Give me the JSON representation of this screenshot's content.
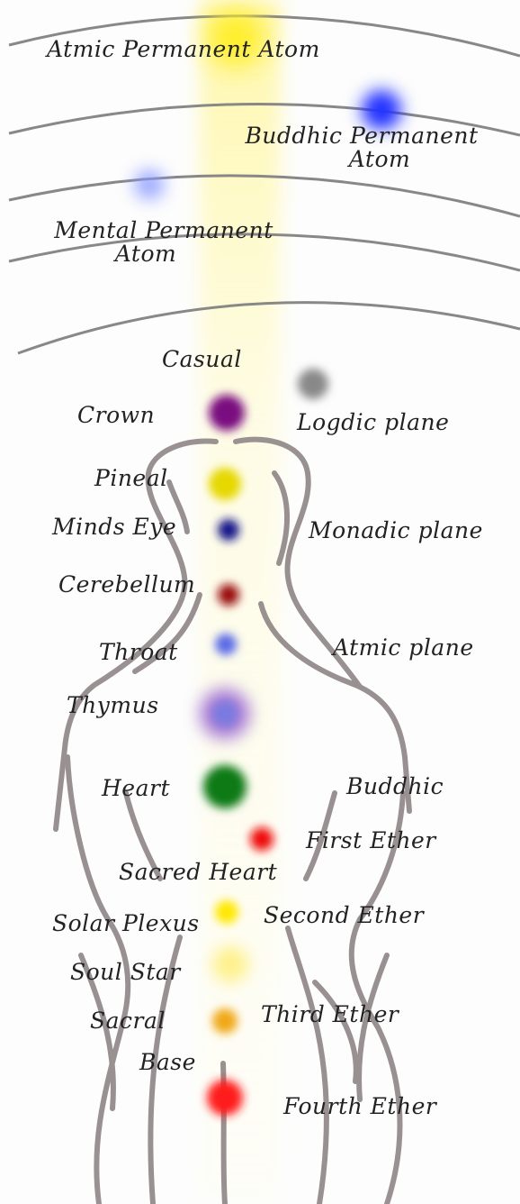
{
  "permanent_atoms": [
    {
      "id": "atmic",
      "label": "Atmic Permanent Atom",
      "color": "#ffee22"
    },
    {
      "id": "buddhic",
      "label": [
        "Buddhic Permanent",
        "Atom"
      ],
      "color": "#2233ff"
    },
    {
      "id": "mental",
      "label": [
        "Mental Permanent",
        "Atom"
      ],
      "color": "#8899ff"
    }
  ],
  "chakras": [
    {
      "id": "casual",
      "label": "Casual",
      "color": "#888888"
    },
    {
      "id": "crown",
      "label": "Crown",
      "color": "#7a1080"
    },
    {
      "id": "pineal",
      "label": "Pineal",
      "color": "#e6d800"
    },
    {
      "id": "minds-eye",
      "label": "Minds Eye",
      "color": "#14148a"
    },
    {
      "id": "cerebellum",
      "label": "Cerebellum",
      "color": "#9a1010"
    },
    {
      "id": "throat",
      "label": "Throat",
      "color": "#5a6ae6"
    },
    {
      "id": "thymus",
      "label": "Thymus",
      "color": "#7a7ae0"
    },
    {
      "id": "heart",
      "label": "Heart",
      "color": "#107a18"
    },
    {
      "id": "sacred-heart",
      "label": "Sacred Heart",
      "color": "#ee1111"
    },
    {
      "id": "solar-plexus",
      "label": "Solar Plexus",
      "color": "#ffe800"
    },
    {
      "id": "soul-star",
      "label": "Soul Star",
      "color": "#fff088"
    },
    {
      "id": "sacral",
      "label": "Sacral",
      "color": "#f0a818"
    },
    {
      "id": "base",
      "label": "Base",
      "color": "#ff1a1a"
    }
  ],
  "planes": [
    {
      "id": "logdic",
      "label": "Logdic plane"
    },
    {
      "id": "monadic",
      "label": "Monadic plane"
    },
    {
      "id": "atmic",
      "label": "Atmic plane"
    },
    {
      "id": "buddhic",
      "label": "Buddhic"
    },
    {
      "id": "first-ether",
      "label": "First Ether"
    },
    {
      "id": "second-ether",
      "label": "Second Ether"
    },
    {
      "id": "third-ether",
      "label": "Third Ether"
    },
    {
      "id": "fourth-ether",
      "label": "Fourth Ether"
    }
  ]
}
